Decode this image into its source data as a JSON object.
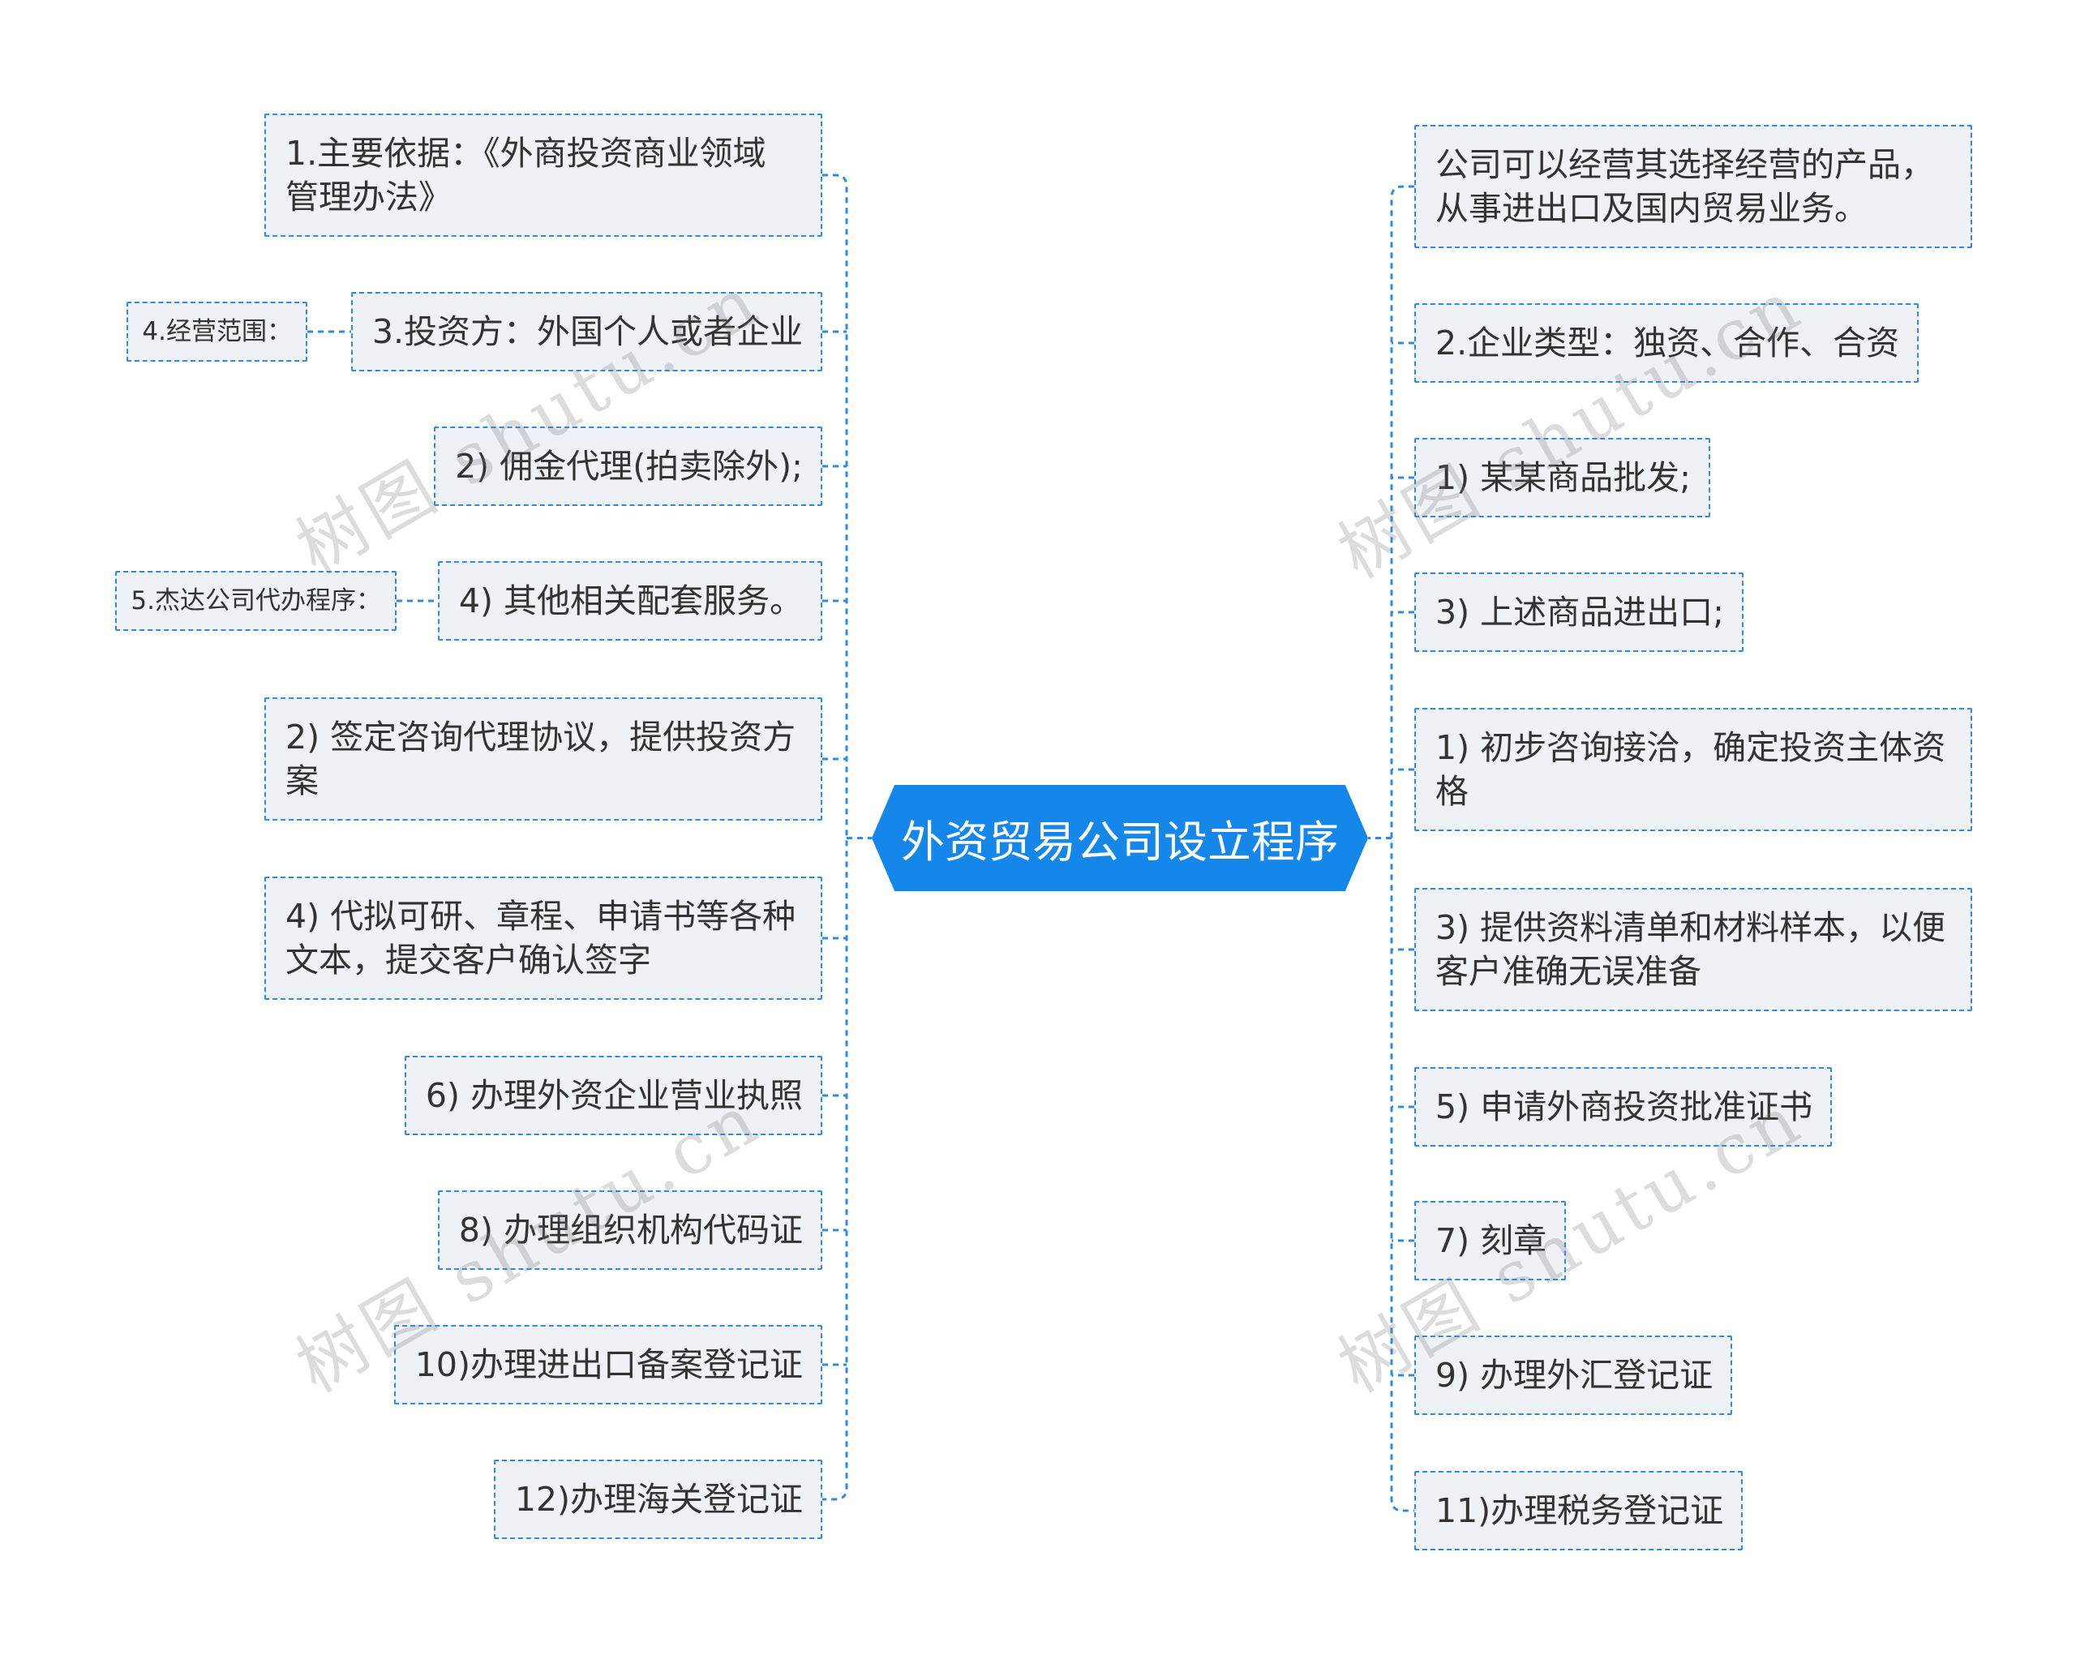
{
  "mindmap": {
    "root": "外资贸易公司设立程序",
    "left": [
      {
        "lines": [
          "1.主要依据：《外商投资商业领域",
          "管理办法》"
        ]
      },
      {
        "lines": [
          "3.投资方：外国个人或者企业"
        ],
        "children": [
          {
            "lines": [
              "4.经营范围："
            ]
          }
        ]
      },
      {
        "lines": [
          "2) 佣金代理(拍卖除外);"
        ]
      },
      {
        "lines": [
          "4) 其他相关配套服务。"
        ],
        "children": [
          {
            "lines": [
              "5.杰达公司代办程序："
            ]
          }
        ]
      },
      {
        "lines": [
          "2) 签定咨询代理协议，提供投资方",
          "案"
        ]
      },
      {
        "lines": [
          "4) 代拟可研、章程、申请书等各种",
          "文本，提交客户确认签字"
        ]
      },
      {
        "lines": [
          "6) 办理外资企业营业执照"
        ]
      },
      {
        "lines": [
          "8) 办理组织机构代码证"
        ]
      },
      {
        "lines": [
          "10)办理进出口备案登记证"
        ]
      },
      {
        "lines": [
          "12)办理海关登记证"
        ]
      }
    ],
    "right": [
      {
        "lines": [
          "公司可以经营其选择经营的产品，",
          "从事进出口及国内贸易业务。"
        ]
      },
      {
        "lines": [
          "2.企业类型：独资、合作、合资"
        ]
      },
      {
        "lines": [
          "1) 某某商品批发;"
        ]
      },
      {
        "lines": [
          "3) 上述商品进出口;"
        ]
      },
      {
        "lines": [
          "1) 初步咨询接洽，确定投资主体资",
          "格"
        ]
      },
      {
        "lines": [
          "3) 提供资料清单和材料样本，以便",
          "客户准确无误准备"
        ]
      },
      {
        "lines": [
          "5) 申请外商投资批准证书"
        ]
      },
      {
        "lines": [
          "7) 刻章"
        ]
      },
      {
        "lines": [
          "9) 办理外汇登记证"
        ]
      },
      {
        "lines": [
          "11)办理税务登记证"
        ]
      }
    ]
  },
  "watermark": "树图 shutu.cn",
  "colors": {
    "accent": "#1687ea",
    "line": "#2f8ae2",
    "node_fill": "#eef1f6",
    "node_text": "#333333",
    "root_text": "#ffffff"
  }
}
